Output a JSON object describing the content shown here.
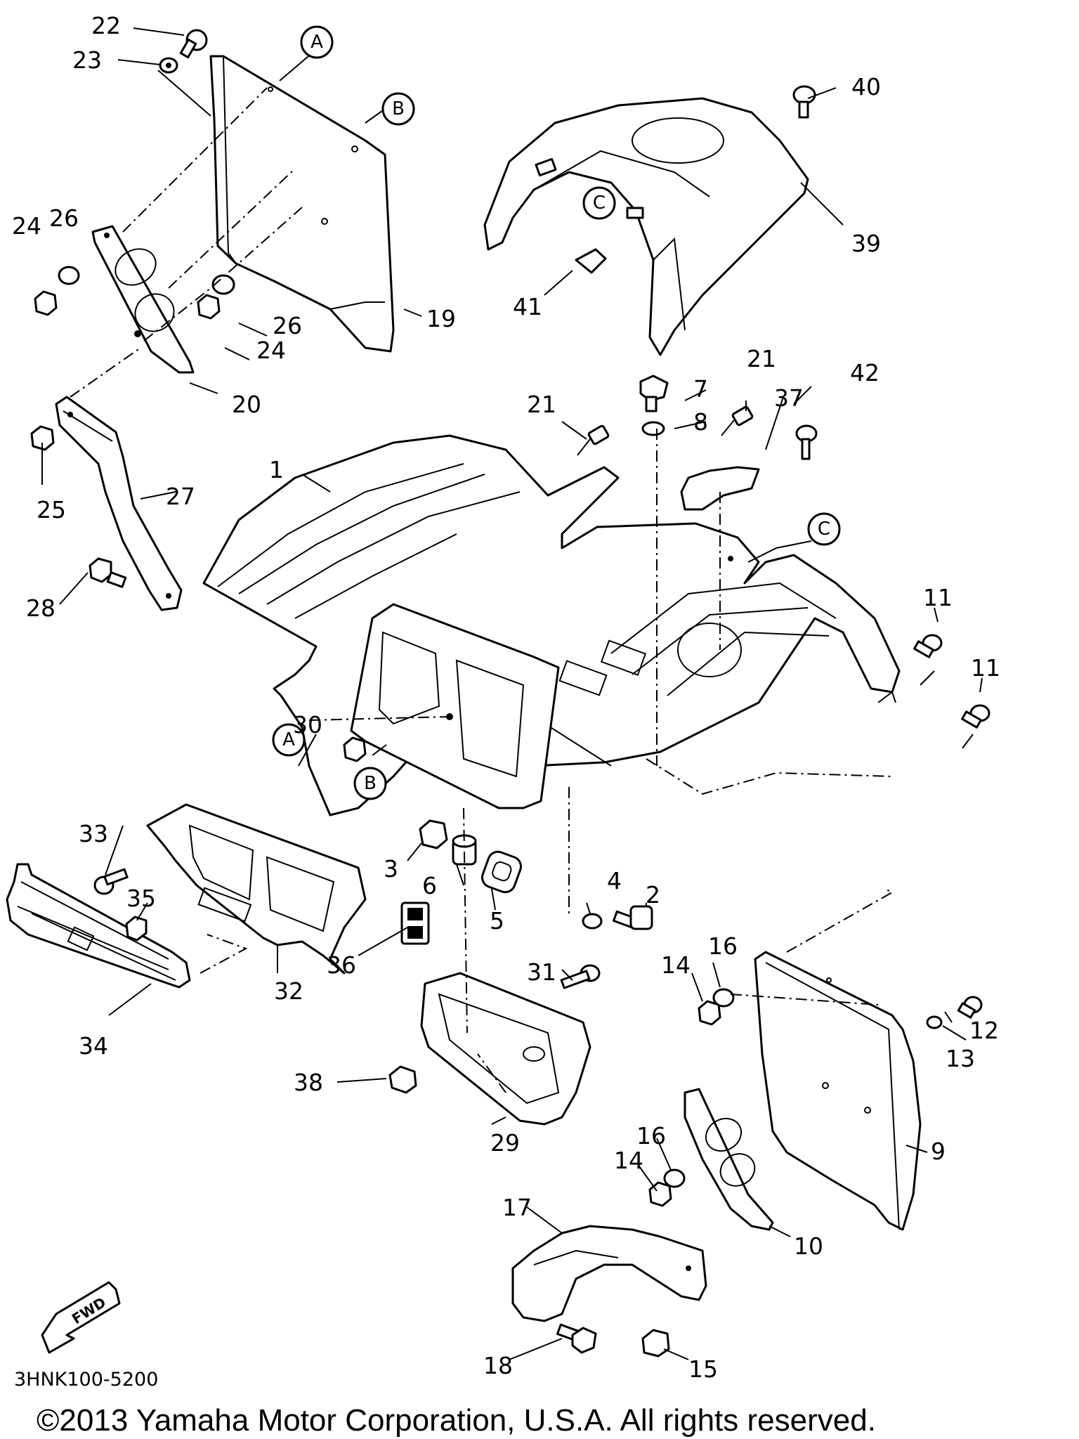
{
  "diagram": {
    "drawing_code": "3HNK100-5200",
    "copyright": "©2013 Yamaha Motor Corporation, U.S.A. All rights reserved.",
    "direction_arrow": "FWD",
    "reference_markers": [
      "A",
      "B",
      "C"
    ],
    "part_callouts": [
      "1",
      "2",
      "3",
      "4",
      "5",
      "6",
      "7",
      "8",
      "9",
      "10",
      "11",
      "12",
      "13",
      "14",
      "15",
      "16",
      "17",
      "18",
      "19",
      "20",
      "21",
      "22",
      "23",
      "24",
      "25",
      "26",
      "27",
      "28",
      "29",
      "30",
      "31",
      "32",
      "33",
      "34",
      "35",
      "36",
      "37",
      "38",
      "39",
      "40",
      "41",
      "42"
    ]
  }
}
